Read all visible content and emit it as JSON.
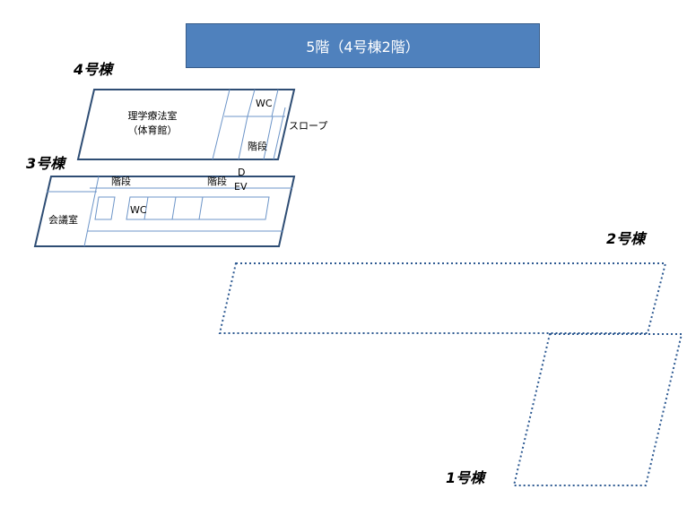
{
  "title": "5階（4号棟2階）",
  "buildings": {
    "b4": "4号棟",
    "b3": "3号棟",
    "b2": "2号棟",
    "b1": "1号棟"
  },
  "rooms": {
    "pt_room_line1": "理学療法室",
    "pt_room_line2": "（体育館）",
    "b4_wc": "WC",
    "b4_stairs": "階段",
    "slope": "スロープ",
    "b3_stairs_left": "階段",
    "b3_stairs_right": "階段",
    "b3_d": "D",
    "b3_ev": "EV",
    "b3_wc": "WC",
    "meeting_room": "会議室"
  },
  "colors": {
    "banner": "#4f81bd",
    "outline": "#2e4d74",
    "inner_lines": "#6d95c8",
    "dotted": "#2e5a92"
  }
}
